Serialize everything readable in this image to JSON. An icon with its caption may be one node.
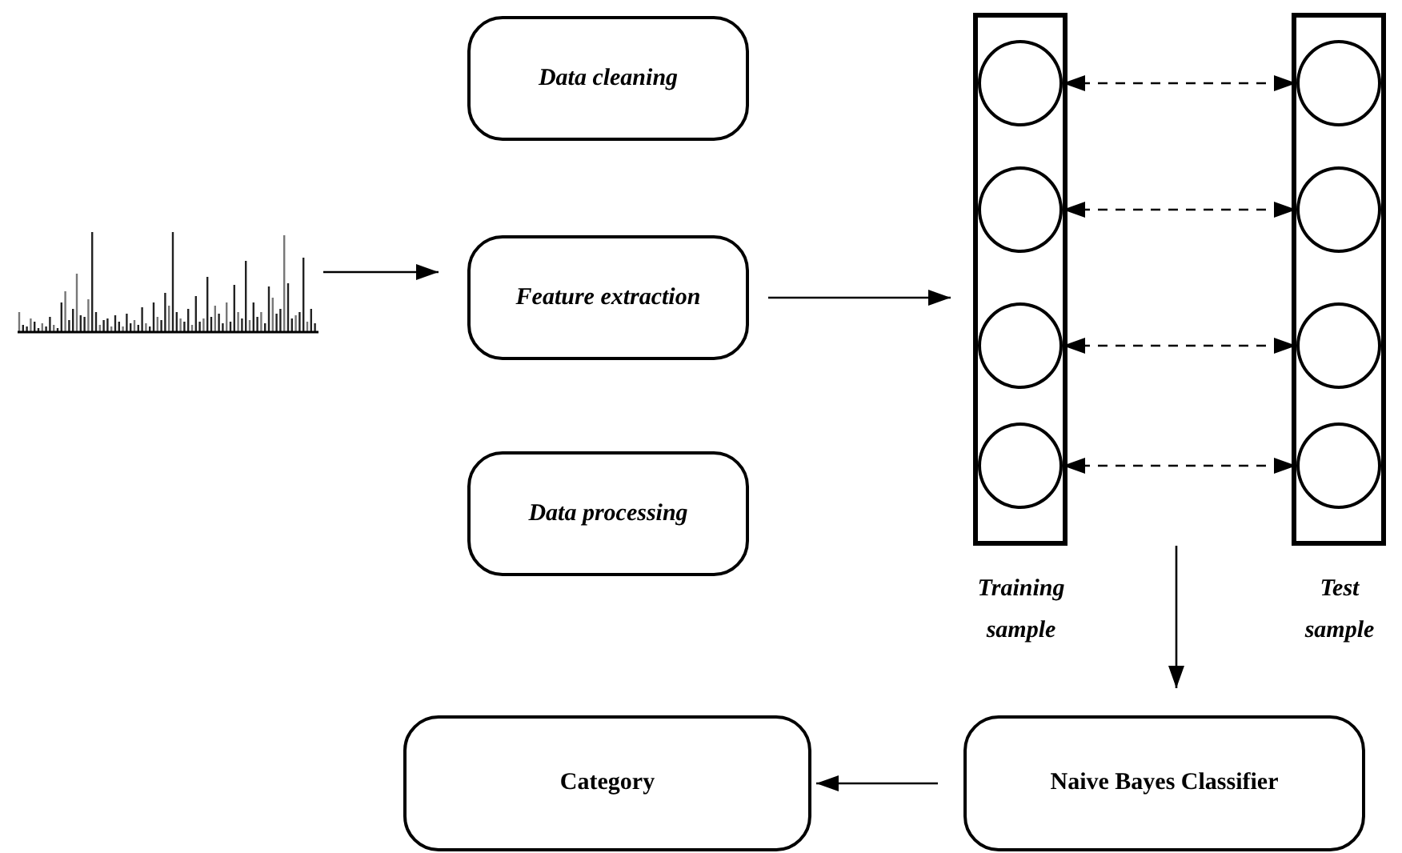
{
  "diagram": {
    "nodes": [
      {
        "text": [],
        "shape": "picture"
      },
      {
        "text": [
          "Data cleaning"
        ]
      },
      {
        "text": [
          "Feature extraction"
        ]
      },
      {
        "text": [
          "Data processing"
        ]
      },
      {
        "text": [],
        "shape": "bar",
        "beside": [
          "Training sample"
        ]
      },
      {
        "text": [],
        "shape": "circle",
        "in": 4
      },
      {
        "text": [],
        "shape": "circle",
        "in": 4
      },
      {
        "text": [],
        "shape": "circle",
        "in": 4
      },
      {
        "text": [],
        "shape": "circle",
        "in": 4
      },
      {
        "text": [],
        "shape": "bar",
        "beside": [
          "Test sample"
        ]
      },
      {
        "text": [],
        "shape": "circle",
        "in": 9
      },
      {
        "text": [],
        "shape": "circle",
        "in": 9
      },
      {
        "text": [],
        "shape": "circle",
        "in": 9
      },
      {
        "text": [],
        "shape": "circle",
        "in": 9
      },
      {
        "text": [
          "Category"
        ]
      },
      {
        "text": [
          "Naive Bayes Classifier"
        ]
      }
    ],
    "edges": [
      {
        "from": 0,
        "to": 2,
        "arrow": "to"
      },
      {
        "from": 2,
        "to": 4,
        "arrow": "to"
      },
      {
        "from": 5,
        "to": 10,
        "arrow": "both",
        "style": "dashed"
      },
      {
        "from": 6,
        "to": 11,
        "arrow": "both",
        "style": "dashed"
      },
      {
        "from": 7,
        "to": 12,
        "arrow": "both",
        "style": "dashed"
      },
      {
        "from": 8,
        "to": 13,
        "arrow": "both",
        "style": "dashed"
      },
      {
        "from": null,
        "to": 15,
        "arrow": "to"
      },
      {
        "from": 15,
        "to": 14,
        "arrow": "to"
      }
    ]
  }
}
